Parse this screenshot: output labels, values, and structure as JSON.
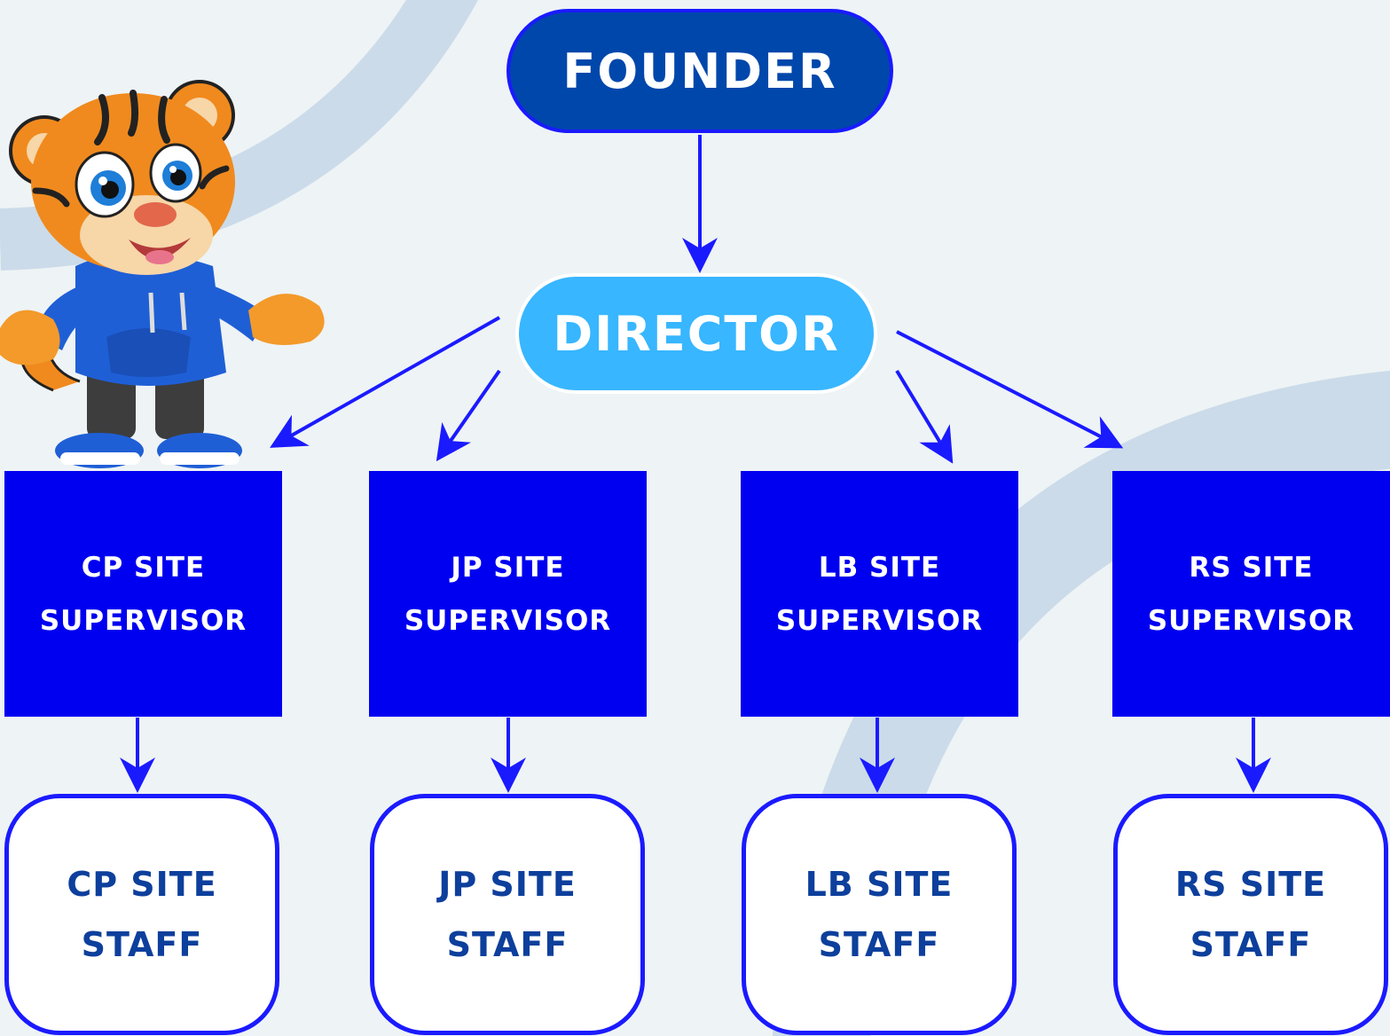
{
  "colors": {
    "background": "#eef3f5",
    "founder_fill": "#0047ab",
    "director_fill": "#38b6ff",
    "supervisor_fill": "#0000f0",
    "staff_text": "#0d3f9c",
    "arrow": "#1a1aff"
  },
  "founder": {
    "label": "FOUNDER"
  },
  "director": {
    "label": "DIRECTOR"
  },
  "supervisors": [
    {
      "line1": "CP SITE",
      "line2": "SUPERVISOR"
    },
    {
      "line1": "JP SITE",
      "line2": "SUPERVISOR"
    },
    {
      "line1": "LB SITE",
      "line2": "SUPERVISOR"
    },
    {
      "line1": "RS SITE",
      "line2": "SUPERVISOR"
    }
  ],
  "staff": [
    {
      "line1": "CP SITE",
      "line2": "STAFF"
    },
    {
      "line1": "JP SITE",
      "line2": "STAFF"
    },
    {
      "line1": "LB SITE",
      "line2": "STAFF"
    },
    {
      "line1": "RS SITE",
      "line2": "STAFF"
    }
  ],
  "icons": {
    "mascot": "tiger-mascot-icon"
  }
}
